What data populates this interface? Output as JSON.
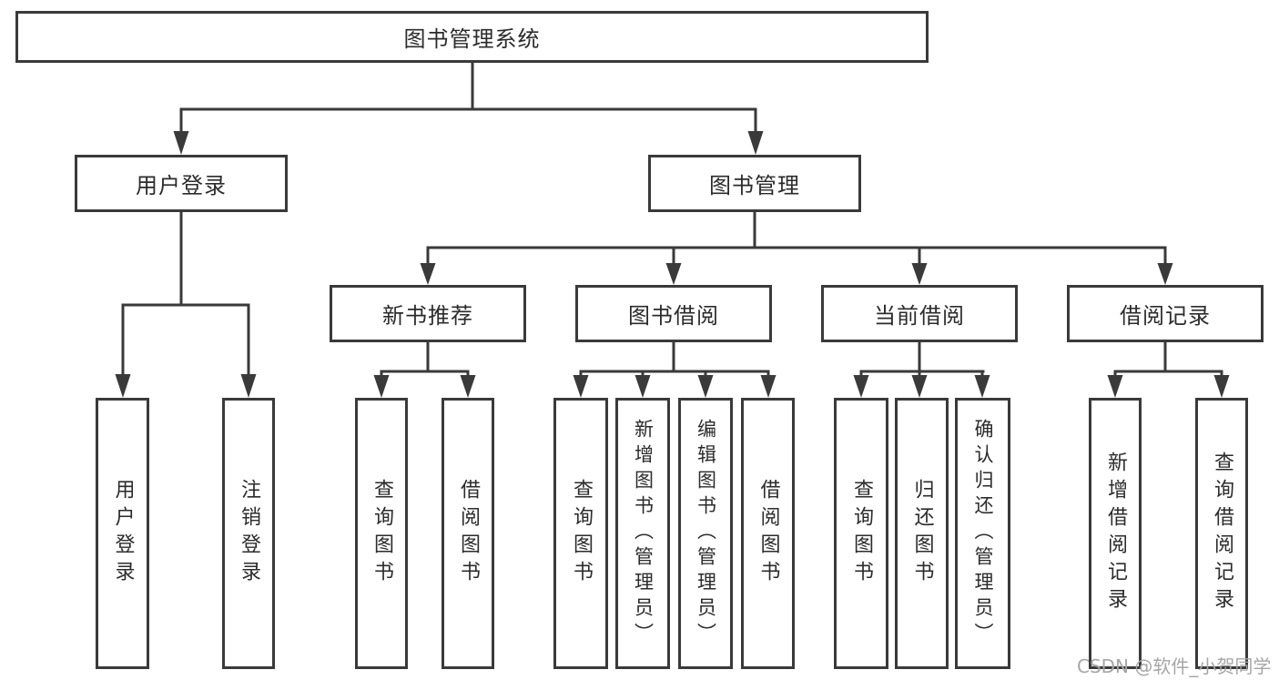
{
  "nodes": {
    "root": "图书管理系统",
    "user_login": "用户登录",
    "book_mgmt": "图书管理",
    "new_book_rec": "新书推荐",
    "book_borrow": "图书借阅",
    "current_borrow": "当前借阅",
    "borrow_record": "借阅记录",
    "leaf_user_login": "用户登录",
    "leaf_logout": "注销登录",
    "leaf_rec_query": "查询图书",
    "leaf_rec_borrow": "借阅图书",
    "leaf_bb_query": "查询图书",
    "leaf_bb_add": "新增图书（管理员）",
    "leaf_bb_edit": "编辑图书（管理员）",
    "leaf_bb_borrow": "借阅图书",
    "leaf_cb_query": "查询图书",
    "leaf_cb_return": "归还图书",
    "leaf_cb_confirm": "确认归还（管理员）",
    "leaf_br_add": "新增借阅记录",
    "leaf_br_query": "查询借阅记录"
  },
  "watermark": "CSDN @软件_小贺同学",
  "colors": {
    "line": "#3a3a3a",
    "text": "#2b2b2b",
    "background": "#ffffff",
    "watermark": "#a6a6a6"
  }
}
